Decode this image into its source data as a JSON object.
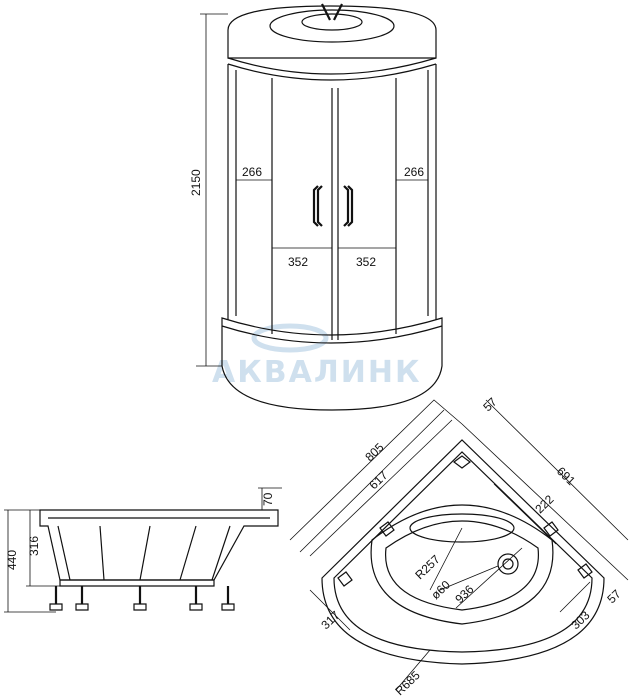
{
  "watermark": {
    "text": "АКВАЛИНК",
    "color": "#cfe0ee"
  },
  "colors": {
    "line": "#111111",
    "background": "#ffffff"
  },
  "front_view": {
    "height": "2150",
    "left_panel": "266",
    "right_panel": "266",
    "left_door": "352",
    "right_door": "352"
  },
  "side_view": {
    "total_height": "440",
    "tray_height": "316",
    "rim_height": "70"
  },
  "plan_view": {
    "outer_side": "805",
    "inner_side": "617",
    "right_side": "691",
    "corner_offset_top": "57",
    "corner_offset_right": "57",
    "edge_222": "222",
    "edge_317": "317",
    "edge_303": "303",
    "radius_257": "R257",
    "drain": "ø60",
    "diagonal": "936",
    "radius_685": "R685"
  }
}
